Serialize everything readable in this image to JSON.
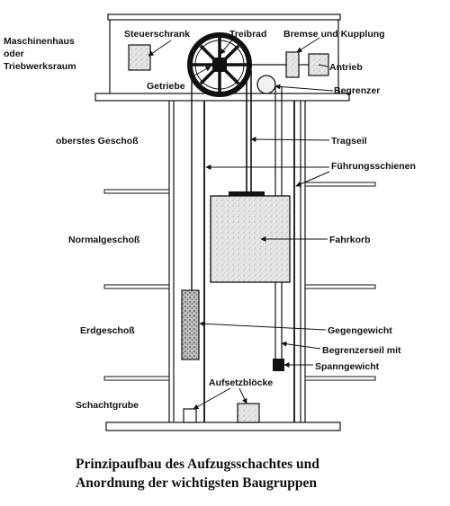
{
  "labels": {
    "machine_room": [
      "Maschinenhaus",
      "oder",
      "Triebwerksraum"
    ],
    "control_cabinet": "Steuerschrank",
    "traction_sheave": "Treibrad",
    "brake_clutch": "Bremse und Kupplung",
    "drive": "Antrieb",
    "gearbox": "Getriebe",
    "governor": "Begrenzer",
    "top_floor": "oberstes Geschoß",
    "hoist_rope": "Tragseil",
    "guide_rails": "Führungsschienen",
    "normal_floor": "Normalgeschoß",
    "car": "Fahrkorb",
    "ground_floor": "Erdgeschoß",
    "counterweight": "Gegengewicht",
    "governor_rope": "Begrenzerseil mit",
    "tension_weight": "Spanngewicht",
    "pit": "Schachtgrube",
    "buffers": "Aufsetzblöcke"
  },
  "caption": [
    "Prinzipaufbau des Aufzugsschachtes und",
    "Anordnung der wichtigsten Baugruppen"
  ]
}
